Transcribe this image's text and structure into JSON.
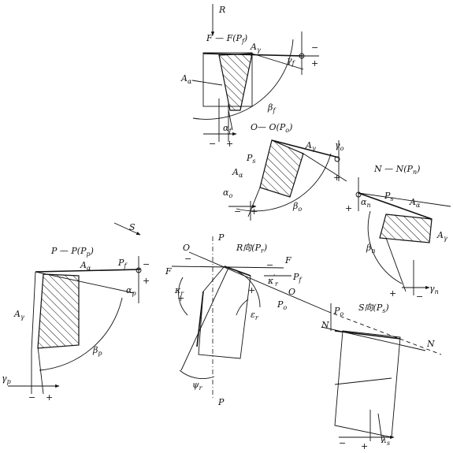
{
  "views": {
    "ff": {
      "caption": "F — F(P",
      "caption_sub": "f",
      "caption_end": ")",
      "top_dir": "R",
      "labels": {
        "A_alpha": "A",
        "A_alpha_sub": "α",
        "A_gamma": "A",
        "A_gamma_sub": "γ",
        "gamma": "γ",
        "gamma_sub": "f",
        "beta": "β",
        "beta_sub": "f",
        "alpha": "α",
        "alpha_sub": "f",
        "minus": "−",
        "plus": "+"
      }
    },
    "oo": {
      "caption": "O— O(P",
      "caption_sub": "o",
      "caption_end": ")",
      "labels": {
        "Ps": "P",
        "Ps_sub": "s",
        "A_gamma": "A",
        "A_gamma_sub": "γ",
        "A_alpha": "A",
        "A_alpha_sub": "α",
        "gamma": "γ",
        "gamma_sub": "o",
        "alpha": "α",
        "alpha_sub": "o",
        "beta": "β",
        "beta_sub": "o",
        "plus": "+",
        "minus": "−"
      }
    },
    "nn": {
      "caption": "N — N(P",
      "caption_sub": "n",
      "caption_end": ")",
      "labels": {
        "Ps": "P",
        "Ps_sub": "s",
        "alpha": "α",
        "alpha_sub": "n",
        "A_alpha": "A",
        "A_alpha_sub": "α",
        "A_gamma": "A",
        "A_gamma_sub": "γ",
        "beta": "β",
        "beta_sub": "n",
        "gamma": "γ",
        "gamma_sub": "n",
        "plus": "+",
        "minus": "−"
      }
    },
    "pp": {
      "caption": "P — P(P",
      "caption_sub": "p",
      "caption_end": ")",
      "dir": "S",
      "labels": {
        "A_alpha": "A",
        "A_alpha_sub": "α",
        "Pf": "P",
        "Pf_sub": "f",
        "alpha": "α",
        "alpha_sub": "p",
        "A_gamma": "A",
        "A_gamma_sub": "γ",
        "beta": "β",
        "beta_sub": "p",
        "gamma": "γ",
        "gamma_sub": "p",
        "plus": "+",
        "minus": "−"
      }
    },
    "r": {
      "caption": "R向(P",
      "caption_sub": "r",
      "caption_end": ")",
      "labels": {
        "O": "O",
        "P": "P",
        "F": "F",
        "Pf": "P",
        "Pf_sub": "f",
        "kappa_r_prime": "κ",
        "kappa_r_prime_sub": "r",
        "kappa_prime_mark": "′",
        "kappa_r": "κ",
        "kappa_r_sub": "r",
        "eps": "ε",
        "eps_sub": "r",
        "Po": "P",
        "Po_sub": "o",
        "psi": "ψ",
        "psi_sub": "r",
        "plus": "+",
        "minus": "−"
      }
    },
    "s": {
      "caption": "S向(P",
      "caption_sub": "s",
      "caption_end": ")",
      "labels": {
        "N": "N",
        "Po": "P",
        "Po_sub": "o",
        "lambda": "λ",
        "lambda_sub": "s",
        "plus": "+",
        "minus": "−"
      }
    }
  }
}
